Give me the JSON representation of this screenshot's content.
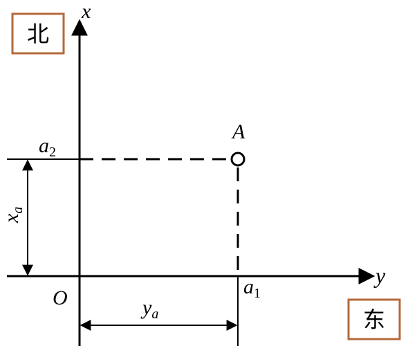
{
  "labels": {
    "north": "北",
    "east": "东",
    "x_axis": "x",
    "y_axis": "y",
    "origin": "O",
    "point": "A",
    "a2_base": "a",
    "a2_sub": "2",
    "a1_base": "a",
    "a1_sub": "1",
    "xa_base": "x",
    "xa_sub": "a",
    "ya_base": "y",
    "ya_sub": "a"
  },
  "colors": {
    "box_border": "#b4693a",
    "line": "#000000"
  }
}
